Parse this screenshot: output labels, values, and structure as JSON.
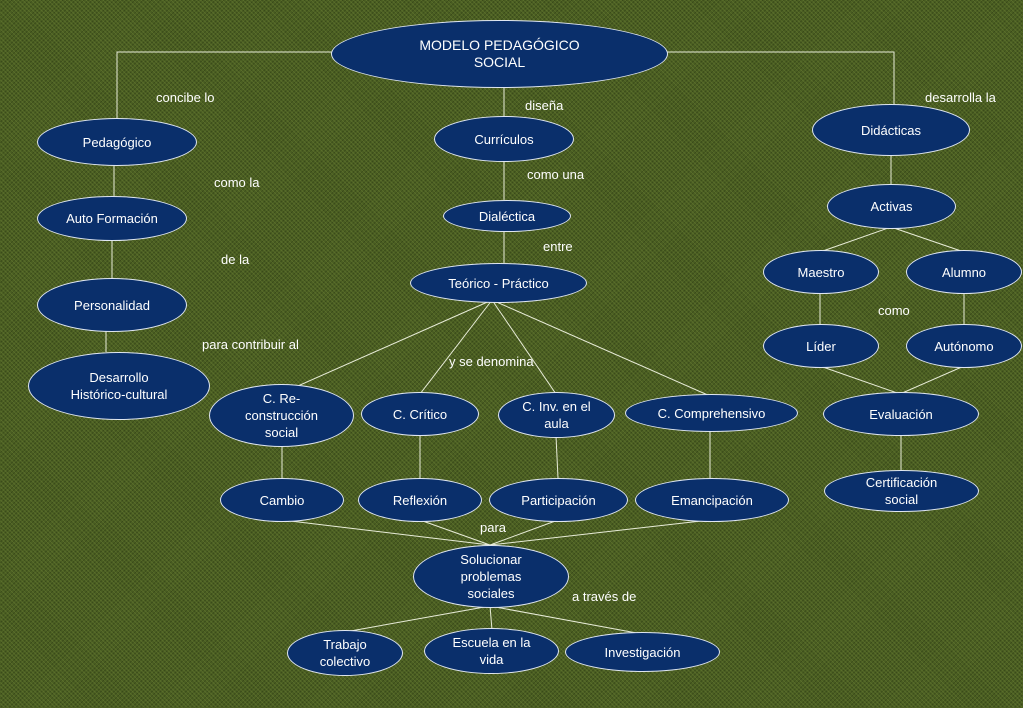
{
  "title": "MODELO PEDAGÓGICO\nSOCIAL",
  "nodes": {
    "pedagogico": "Pedagógico",
    "curriculos": "Currículos",
    "didacticas": "Didácticas",
    "auto_formacion": "Auto Formación",
    "dialectica": "Dialéctica",
    "activas": "Activas",
    "personalidad": "Personalidad",
    "teorico_practico": "Teórico - Práctico",
    "maestro": "Maestro",
    "alumno": "Alumno",
    "desarrollo": "Desarrollo\nHistórico-cultural",
    "lider": "Líder",
    "autonomo": "Autónomo",
    "c_reconstruccion": "C. Re-\nconstrucción\nsocial",
    "c_critico": "C. Crítico",
    "c_inv": "C. Inv. en el\naula",
    "c_comprehensivo": "C. Comprehensivo",
    "evaluacion": "Evaluación",
    "cambio": "Cambio",
    "reflexion": "Reflexión",
    "participacion": "Participación",
    "emancipacion": "Emancipación",
    "certificacion": "Certificación\nsocial",
    "solucionar": "Solucionar\nproblemas\nsociales",
    "trabajo": "Trabajo\ncolectivo",
    "escuela": "Escuela en la\nvida",
    "investigacion": "Investigación"
  },
  "labels": {
    "concibe_lo": "concibe lo",
    "disena": "diseña",
    "desarrolla_la": "desarrolla la",
    "como_la": "como la",
    "como_una": "como una",
    "de_la": "de la",
    "entre": "entre",
    "para_contribuir_al": "para contribuir al",
    "y_se_denomina": "y se denomina",
    "como": "como",
    "para": "para",
    "a_traves_de": "a través de"
  },
  "colors": {
    "node_fill": "#0a2f6b",
    "node_border": "#dfe6f2",
    "background": "#4a5e22",
    "line": "#e8ecd8"
  }
}
